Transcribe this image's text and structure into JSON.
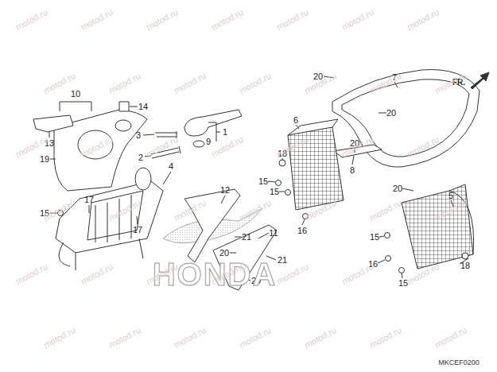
{
  "diagram": {
    "labels": [
      "10",
      "14",
      "13",
      "3",
      "1",
      "9",
      "2",
      "19",
      "4",
      "17",
      "15",
      "17",
      "12",
      "21",
      "20",
      "11",
      "21",
      "20",
      "20",
      "7",
      "FR.",
      "20",
      "6",
      "20",
      "18",
      "15",
      "15",
      "16",
      "8",
      "20",
      "5",
      "15",
      "16",
      "18",
      "15",
      "MKCEF0200",
      "HONDA",
      "motod.ru",
      "motod.ru",
      "motod.ru",
      "motod.ru",
      "motod.ru",
      "motod.ru",
      "motod.ru",
      "motod.ru",
      "motod.ru",
      "motod.ru",
      "motod.ru",
      "motod.ru",
      "motod.ru",
      "motod.ru",
      "motod.ru",
      "motod.ru",
      "motod.ru",
      "motod.ru",
      "motod.ru",
      "motod.ru",
      "motod.ru",
      "motod.ru",
      "motod.ru",
      "motod.ru",
      "motod.ru",
      "motod.ru",
      "motod.ru",
      "motod.ru",
      "motod.ru",
      "motod.ru",
      "motod.ru",
      "motod.ru",
      "motod.ru",
      "motod.ru",
      "motod.ru",
      "motod.ru",
      "motod.ru",
      "motod.ru",
      "motod.ru",
      "motod.ru",
      "motod.ru",
      "motod.ru"
    ]
  }
}
